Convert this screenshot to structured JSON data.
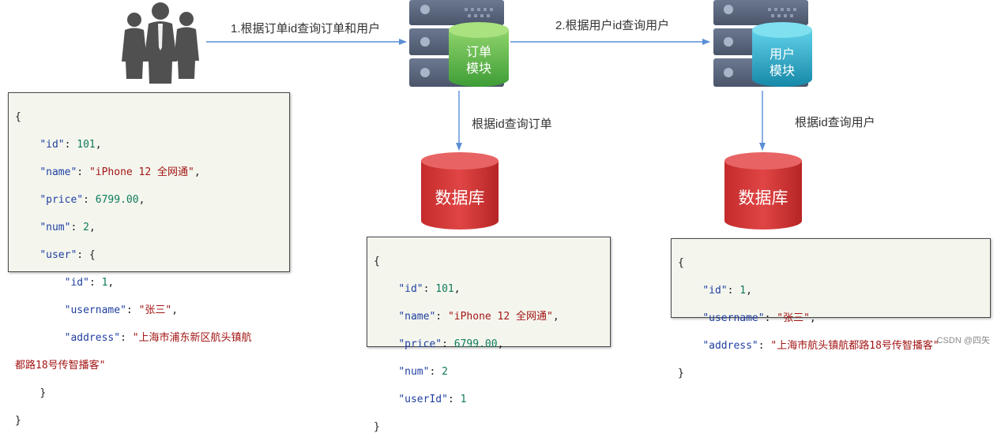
{
  "labels": {
    "step1": "1.根据订单id查询订单和用户",
    "step2": "2.根据用户id查询用户",
    "query_order": "根据id查询订单",
    "query_user": "根据id查询用户"
  },
  "modules": {
    "order": {
      "line1": "订单",
      "line2": "模块"
    },
    "user": {
      "line1": "用户",
      "line2": "模块"
    }
  },
  "databases": {
    "order_db": "数据库",
    "user_db": "数据库"
  },
  "response_json": {
    "open": "{",
    "id_key": "\"id\"",
    "id_val": "101",
    "name_key": "\"name\"",
    "name_val": "\"iPhone 12 全网通\"",
    "price_key": "\"price\"",
    "price_val": "6799.00",
    "num_key": "\"num\"",
    "num_val": "2",
    "user_key": "\"user\"",
    "uid_key": "\"id\"",
    "uid_val": "1",
    "uname_key": "\"username\"",
    "uname_val": "\"张三\"",
    "addr_key": "\"address\"",
    "addr_val_1": "\"上海市浦东新区航头镇航",
    "addr_val_2": "都路18号传智播客\"",
    "inner_close": "}",
    "close": "}"
  },
  "order_json": {
    "open": "{",
    "id_key": "\"id\"",
    "id_val": "101",
    "name_key": "\"name\"",
    "name_val": "\"iPhone 12 全网通\"",
    "price_key": "\"price\"",
    "price_val": "6799.00",
    "num_key": "\"num\"",
    "num_val": "2",
    "userid_key": "\"userId\"",
    "userid_val": "1",
    "close": "}"
  },
  "user_json": {
    "open": "{",
    "id_key": "\"id\"",
    "id_val": "1",
    "uname_key": "\"username\"",
    "uname_val": "\"张三\"",
    "addr_key": "\"address\"",
    "addr_val": "\"上海市航头镇航都路18号传智播客\"",
    "close": "}"
  },
  "watermark": "CSDN @四矢",
  "colors": {
    "arrow": "#5b8fd6",
    "db_red": "#d83a3a",
    "db_red_dark": "#a92424",
    "module_green": "#52b548",
    "module_teal": "#1ea7c4",
    "server_gray": "#58657c",
    "people": "#505050",
    "json_key": "#1f3fa0",
    "json_number": "#0f7a5c",
    "json_string": "#a31515"
  },
  "icons": {
    "client": "people-group-icon",
    "server": "server-rack-icon",
    "database": "database-cylinder-icon"
  }
}
